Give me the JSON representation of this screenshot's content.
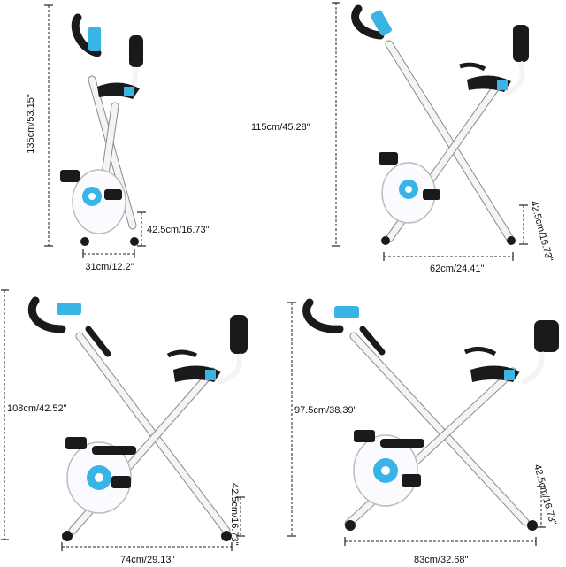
{
  "panels": [
    {
      "id": "folded",
      "height_label": "135cm/53.15\"",
      "width_label": "31cm/12.2\"",
      "pedal_label": "42.5cm/16.73\""
    },
    {
      "id": "upright",
      "height_label": "115cm/45.28\"",
      "width_label": "62cm/24.41\"",
      "pedal_label": "42.5cm/16.73\""
    },
    {
      "id": "recline",
      "height_label": "108cm/42.52\"",
      "width_label": "74cm/29.13\"",
      "pedal_label": "42.5cm/16.73\""
    },
    {
      "id": "extended",
      "height_label": "97.5cm/38.39\"",
      "width_label": "83cm/32.68\"",
      "pedal_label": "42.5cm/16.73\""
    }
  ],
  "colors": {
    "frame": "#f2f2f2",
    "frame_stroke": "#8a8a8a",
    "black": "#1a1a1a",
    "accent": "#39b4e6",
    "dim_line": "#222222"
  }
}
